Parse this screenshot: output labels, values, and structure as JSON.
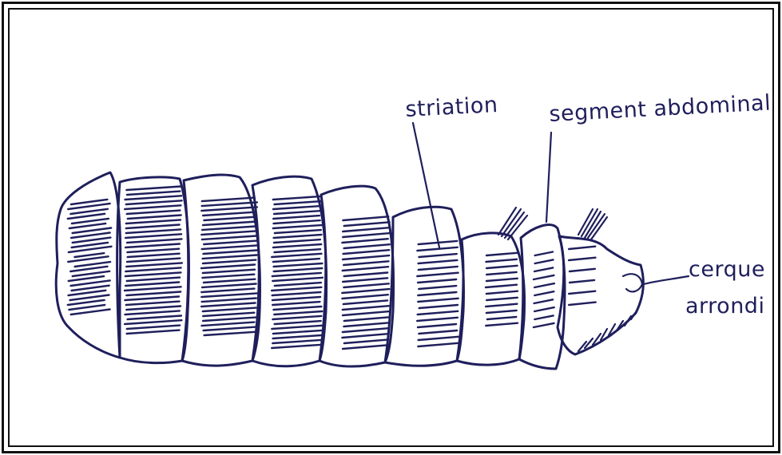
{
  "colors": {
    "ink": "#1f1f5c",
    "frame": "#111111",
    "background": "#ffffff"
  },
  "labels": {
    "striation": "striation",
    "segment": "segment abdominal",
    "cerque_line1": "cerque",
    "cerque_line2": "arrondi"
  }
}
